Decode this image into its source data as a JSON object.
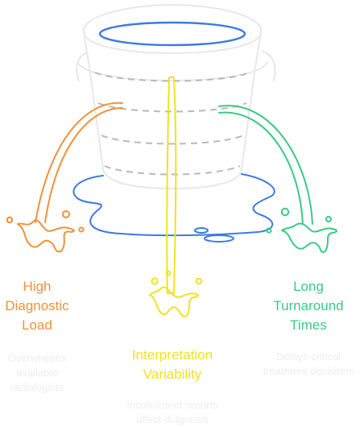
{
  "colors": {
    "orange": "#f0913a",
    "yellow": "#f2e21f",
    "green": "#3cc985",
    "blue": "#3d7be0",
    "bucket_outline": "#e8e8e8",
    "dashes": "#b9b9b9"
  },
  "items": [
    {
      "title": "High\nDiagnostic\nLoad",
      "description": "Overwhelms\navailable\nradiologists"
    },
    {
      "title": "Interpretation\nVariability",
      "description": "Inconsistent reports\naffect diagnosis"
    },
    {
      "title": "Long\nTurnaround\nTimes",
      "description": "Delays critical\ntreatment decisions"
    }
  ]
}
